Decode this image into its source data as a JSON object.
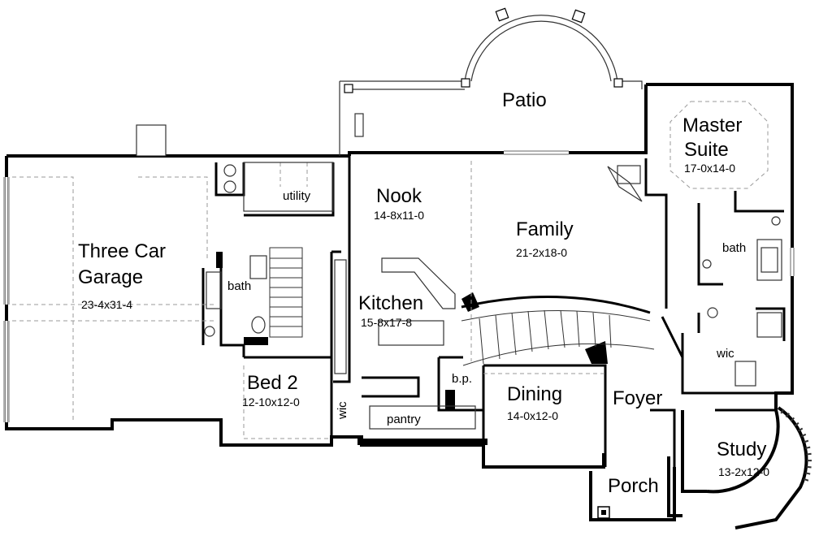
{
  "rooms": {
    "patio": {
      "name": "Patio"
    },
    "master": {
      "name_line1": "Master",
      "name_line2": "Suite",
      "dims": "17-0x14-0"
    },
    "garage": {
      "name_line1": "Three Car",
      "name_line2": "Garage",
      "dims": "23-4x31-4"
    },
    "utility": {
      "name": "utility"
    },
    "nook": {
      "name": "Nook",
      "dims": "14-8x11-0"
    },
    "family": {
      "name": "Family",
      "dims": "21-2x18-0"
    },
    "kitchen": {
      "name": "Kitchen",
      "dims": "15-8x17-8"
    },
    "bath_left": {
      "name": "bath"
    },
    "bath_master": {
      "name": "bath"
    },
    "wic_master": {
      "name": "wic"
    },
    "bed2": {
      "name": "Bed 2",
      "dims": "12-10x12-0"
    },
    "wic_bed2": {
      "name": "wic"
    },
    "pantry": {
      "name": "pantry"
    },
    "bp": {
      "name": "b.p."
    },
    "dining": {
      "name": "Dining",
      "dims": "14-0x12-0"
    },
    "foyer": {
      "name": "Foyer"
    },
    "study": {
      "name": "Study",
      "dims": "13-2x12-0"
    },
    "porch": {
      "name": "Porch"
    }
  },
  "colors": {
    "wall": "#000000",
    "line": "#555555",
    "dash": "#999999",
    "background": "#ffffff"
  }
}
